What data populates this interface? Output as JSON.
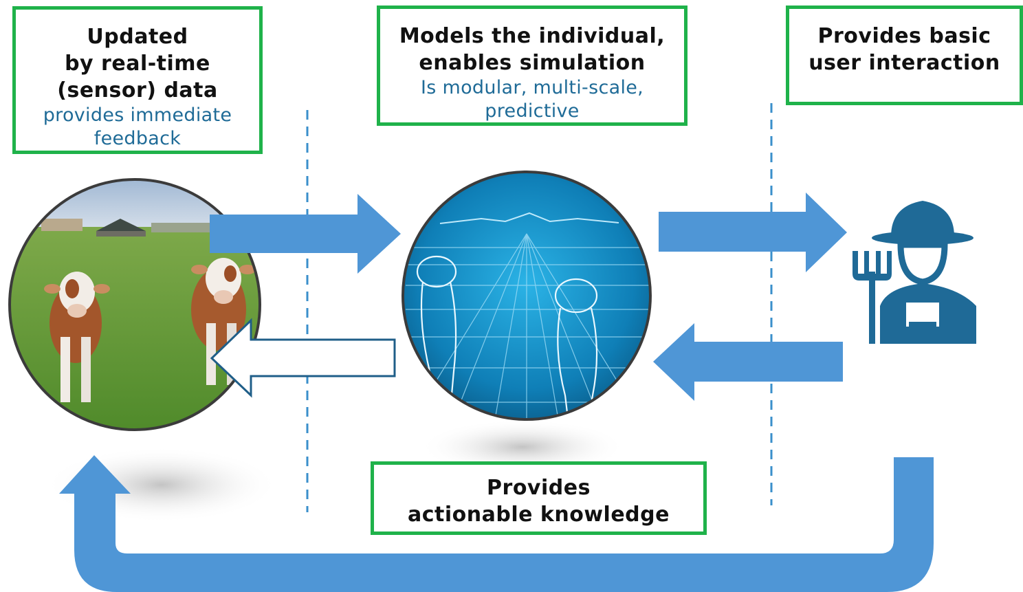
{
  "boxes": {
    "left": {
      "title_lines": [
        "Updated",
        "by real-time",
        "(sensor) data"
      ],
      "subtitle_lines": [
        "provides immediate",
        "feedback"
      ]
    },
    "middle": {
      "title_lines": [
        "Models the individual,",
        "enables simulation"
      ],
      "subtitle_lines": [
        "Is modular, multi-scale,",
        "predictive"
      ]
    },
    "right": {
      "title_lines": [
        "Provides basic",
        "user interaction"
      ]
    },
    "bottom": {
      "title_lines": [
        "Provides",
        "actionable knowledge"
      ]
    }
  },
  "images": {
    "left": "dairy-cows-pasture-photo",
    "middle": "digital-wireframe-cows-grid",
    "right": "farmer-icon"
  },
  "colors": {
    "box_border": "#1fb24a",
    "arrow_fill": "#4f96d6",
    "subtitle_text": "#1f6b97",
    "farmer_icon": "#1f6a97",
    "divider": "#3a8fcb"
  }
}
